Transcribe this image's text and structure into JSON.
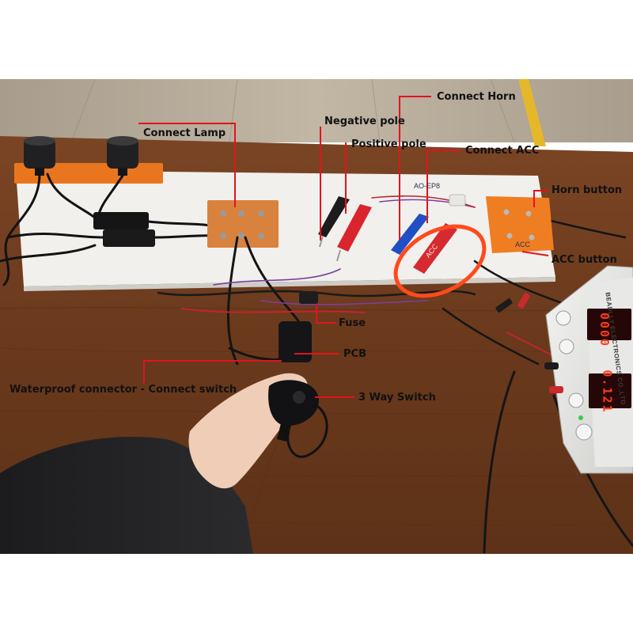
{
  "labels": {
    "connect_lamp": "Connect Lamp",
    "negative_pole": "Negative pole",
    "positive_pole": "Positive pole",
    "connect_horn": "Connect Horn",
    "connect_acc": "Connect ACC",
    "horn_button": "Horn button",
    "acc_button": "ACC button",
    "fuse": "Fuse",
    "pcb": "PCB",
    "waterproof_connector": "Waterproof connector - Connect switch",
    "three_way_switch": "3 Way Switch"
  },
  "board_marks": {
    "top_note": "AO-EP8",
    "acc_mark": "ACC",
    "cable_tag": "ACC"
  },
  "power_supply": {
    "brand": "BEADLLY ELECTRONICS CO.,LTD",
    "voltage_display": "0000",
    "current_display": "0.121"
  },
  "colors": {
    "leader_line": "#e0141e",
    "highlight_circle": "#ff4a1c",
    "wood_dark": "#6b3a1f",
    "floor": "#b9ad9c",
    "board": "#f1f0ed",
    "orange_board": "#ef7d22"
  }
}
